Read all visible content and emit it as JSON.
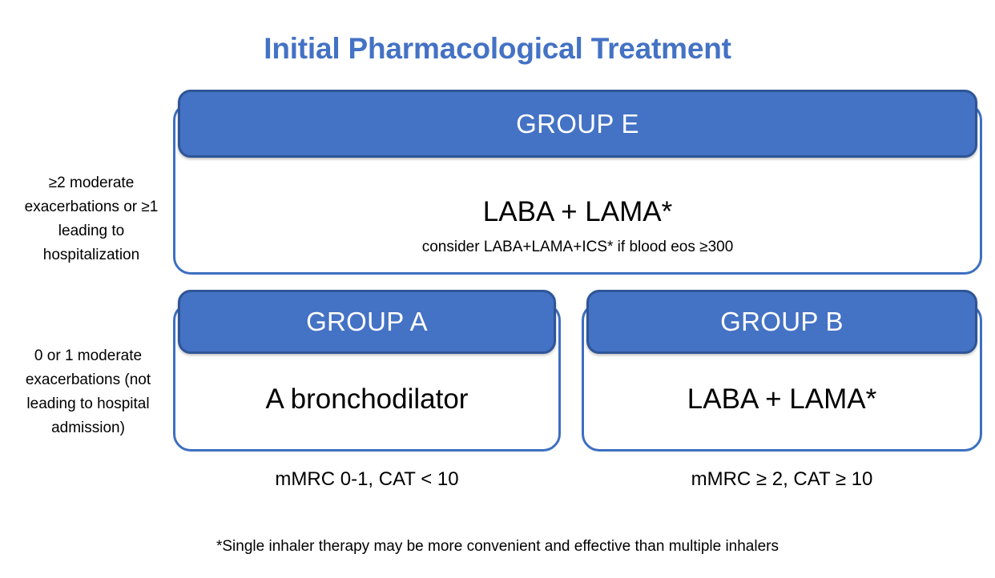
{
  "title": "Initial Pharmacological Treatment",
  "theme": {
    "title_color": "#4472C4",
    "header_fill": "#4472C4",
    "header_border": "#2E5597",
    "card_border": "#3D6FC0",
    "card_fill": "#FFFFFF",
    "text_color": "#000000",
    "header_text_color": "#FFFFFF"
  },
  "side_labels": {
    "top": "≥2 moderate exacerbations or ≥1 leading to hospitalization",
    "bottom": "0 or 1 moderate exacerbations (not leading to hospital admission)"
  },
  "groups": {
    "e": {
      "header": "GROUP E",
      "primary": "LABA + LAMA*",
      "secondary": "consider LABA+LAMA+ICS* if blood eos ≥300"
    },
    "a": {
      "header": "GROUP A",
      "primary": "A bronchodilator",
      "caption": "mMRC 0-1, CAT < 10"
    },
    "b": {
      "header": "GROUP B",
      "primary": "LABA + LAMA*",
      "caption": "mMRC ≥ 2, CAT ≥ 10"
    }
  },
  "footnote": "*Single inhaler therapy may be more convenient and effective than multiple inhalers"
}
